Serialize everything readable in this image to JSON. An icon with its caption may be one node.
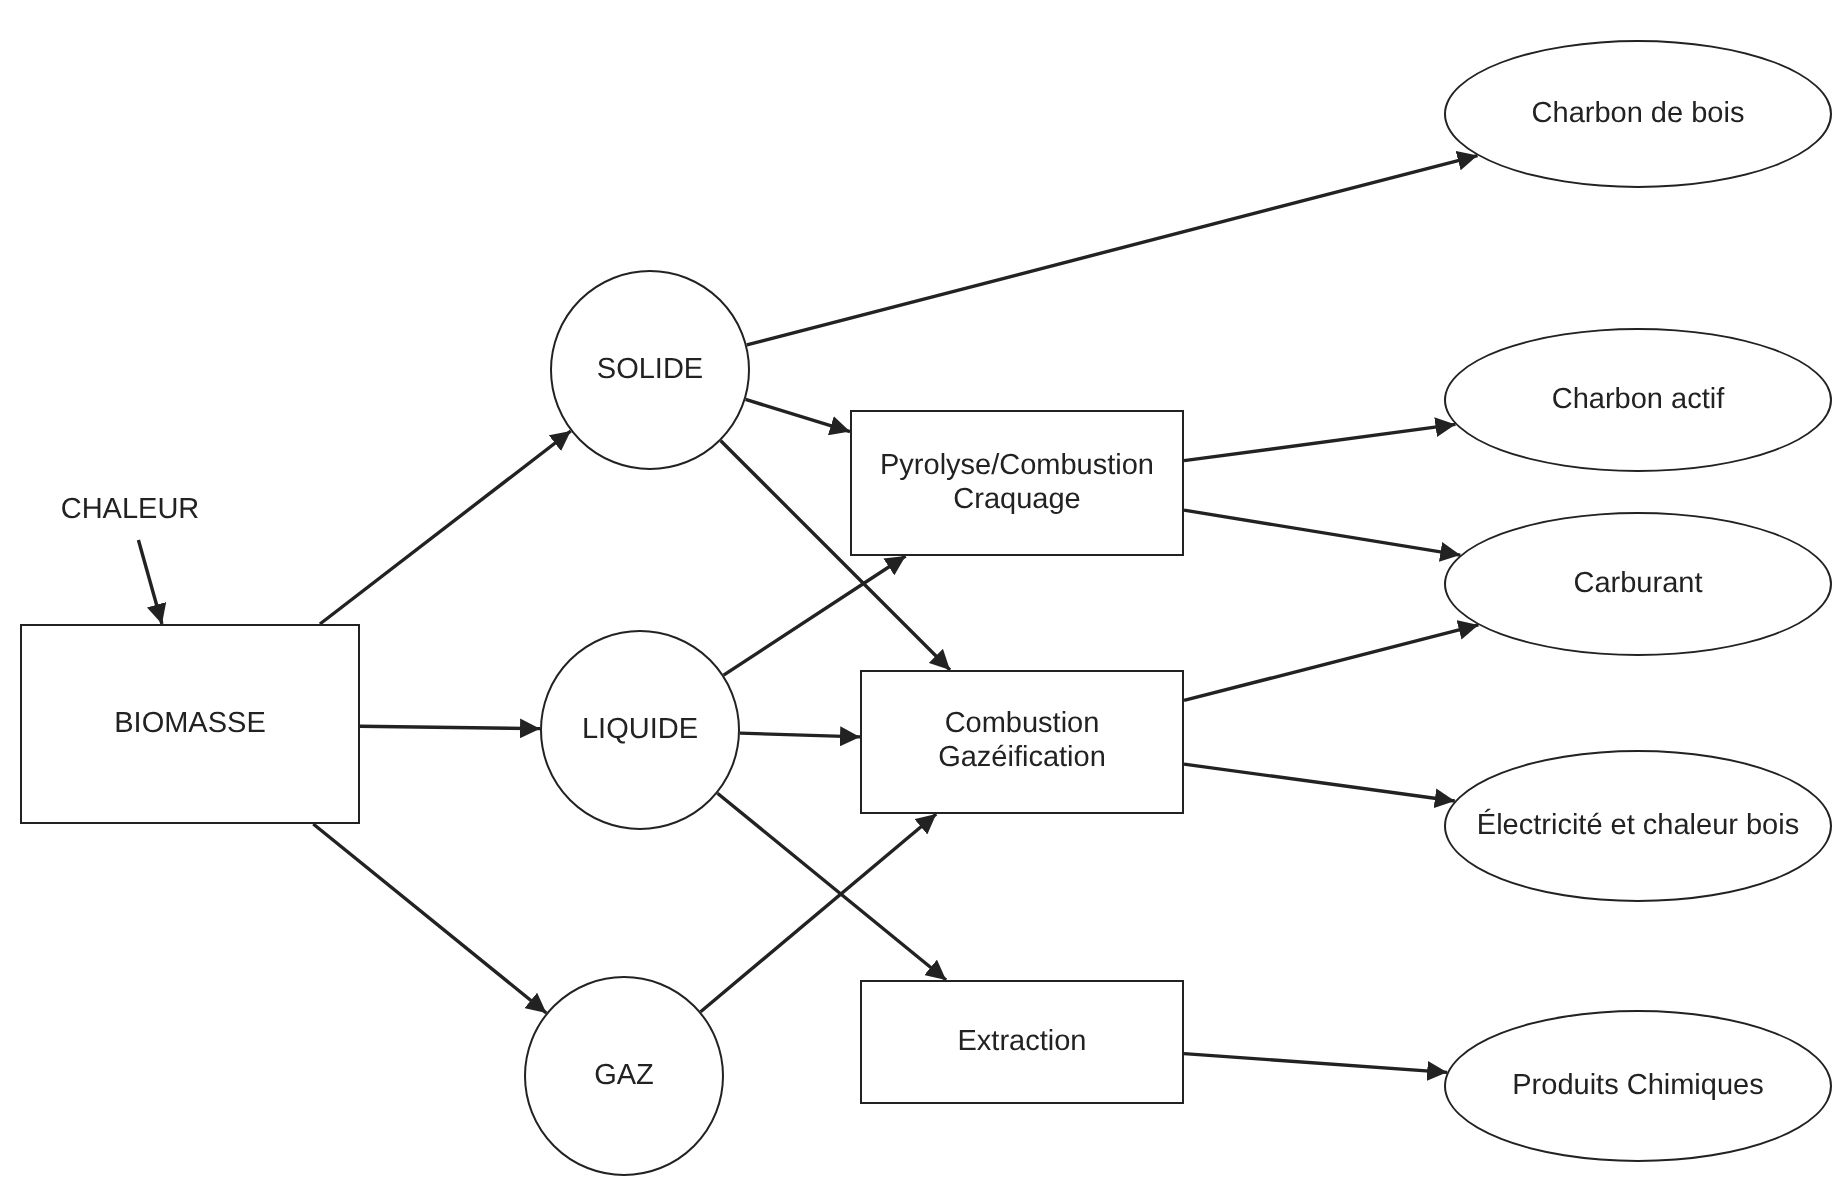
{
  "diagram": {
    "nodes": [
      {
        "text": [
          "CHALEUR"
        ]
      },
      {
        "text": [
          "BIOMASSE"
        ]
      },
      {
        "text": [
          "SOLIDE"
        ]
      },
      {
        "text": [
          "LIQUIDE"
        ]
      },
      {
        "text": [
          "GAZ"
        ]
      },
      {
        "text": [
          "Pyrolyse/Combustion Craquage"
        ]
      },
      {
        "text": [
          "Combustion Gazéification"
        ]
      },
      {
        "text": [
          "Extraction"
        ]
      },
      {
        "text": [
          "Charbon de bois"
        ]
      },
      {
        "text": [
          "Charbon actif"
        ]
      },
      {
        "text": [
          "Carburant"
        ]
      },
      {
        "text": [
          "Électricité et chaleur bois"
        ]
      },
      {
        "text": [
          "Produits Chimiques"
        ]
      }
    ],
    "edges": [
      {
        "from": 0,
        "to": 1,
        "arrow": "to"
      },
      {
        "from": 1,
        "to": 2,
        "arrow": "to"
      },
      {
        "from": 1,
        "to": 3,
        "arrow": "to"
      },
      {
        "from": 1,
        "to": 4,
        "arrow": "to"
      },
      {
        "from": 2,
        "to": 8,
        "arrow": "to"
      },
      {
        "from": 2,
        "to": 5,
        "arrow": "to"
      },
      {
        "from": 2,
        "to": 6,
        "arrow": "to"
      },
      {
        "from": 3,
        "to": 5,
        "arrow": "to"
      },
      {
        "from": 3,
        "to": 6,
        "arrow": "to"
      },
      {
        "from": 3,
        "to": 7,
        "arrow": "to"
      },
      {
        "from": 4,
        "to": 6,
        "arrow": "to"
      },
      {
        "from": 5,
        "to": 9,
        "arrow": "to"
      },
      {
        "from": 5,
        "to": 10,
        "arrow": "to"
      },
      {
        "from": 6,
        "to": 10,
        "arrow": "to"
      },
      {
        "from": 6,
        "to": 11,
        "arrow": "to"
      },
      {
        "from": 7,
        "to": 12,
        "arrow": "to"
      }
    ]
  }
}
